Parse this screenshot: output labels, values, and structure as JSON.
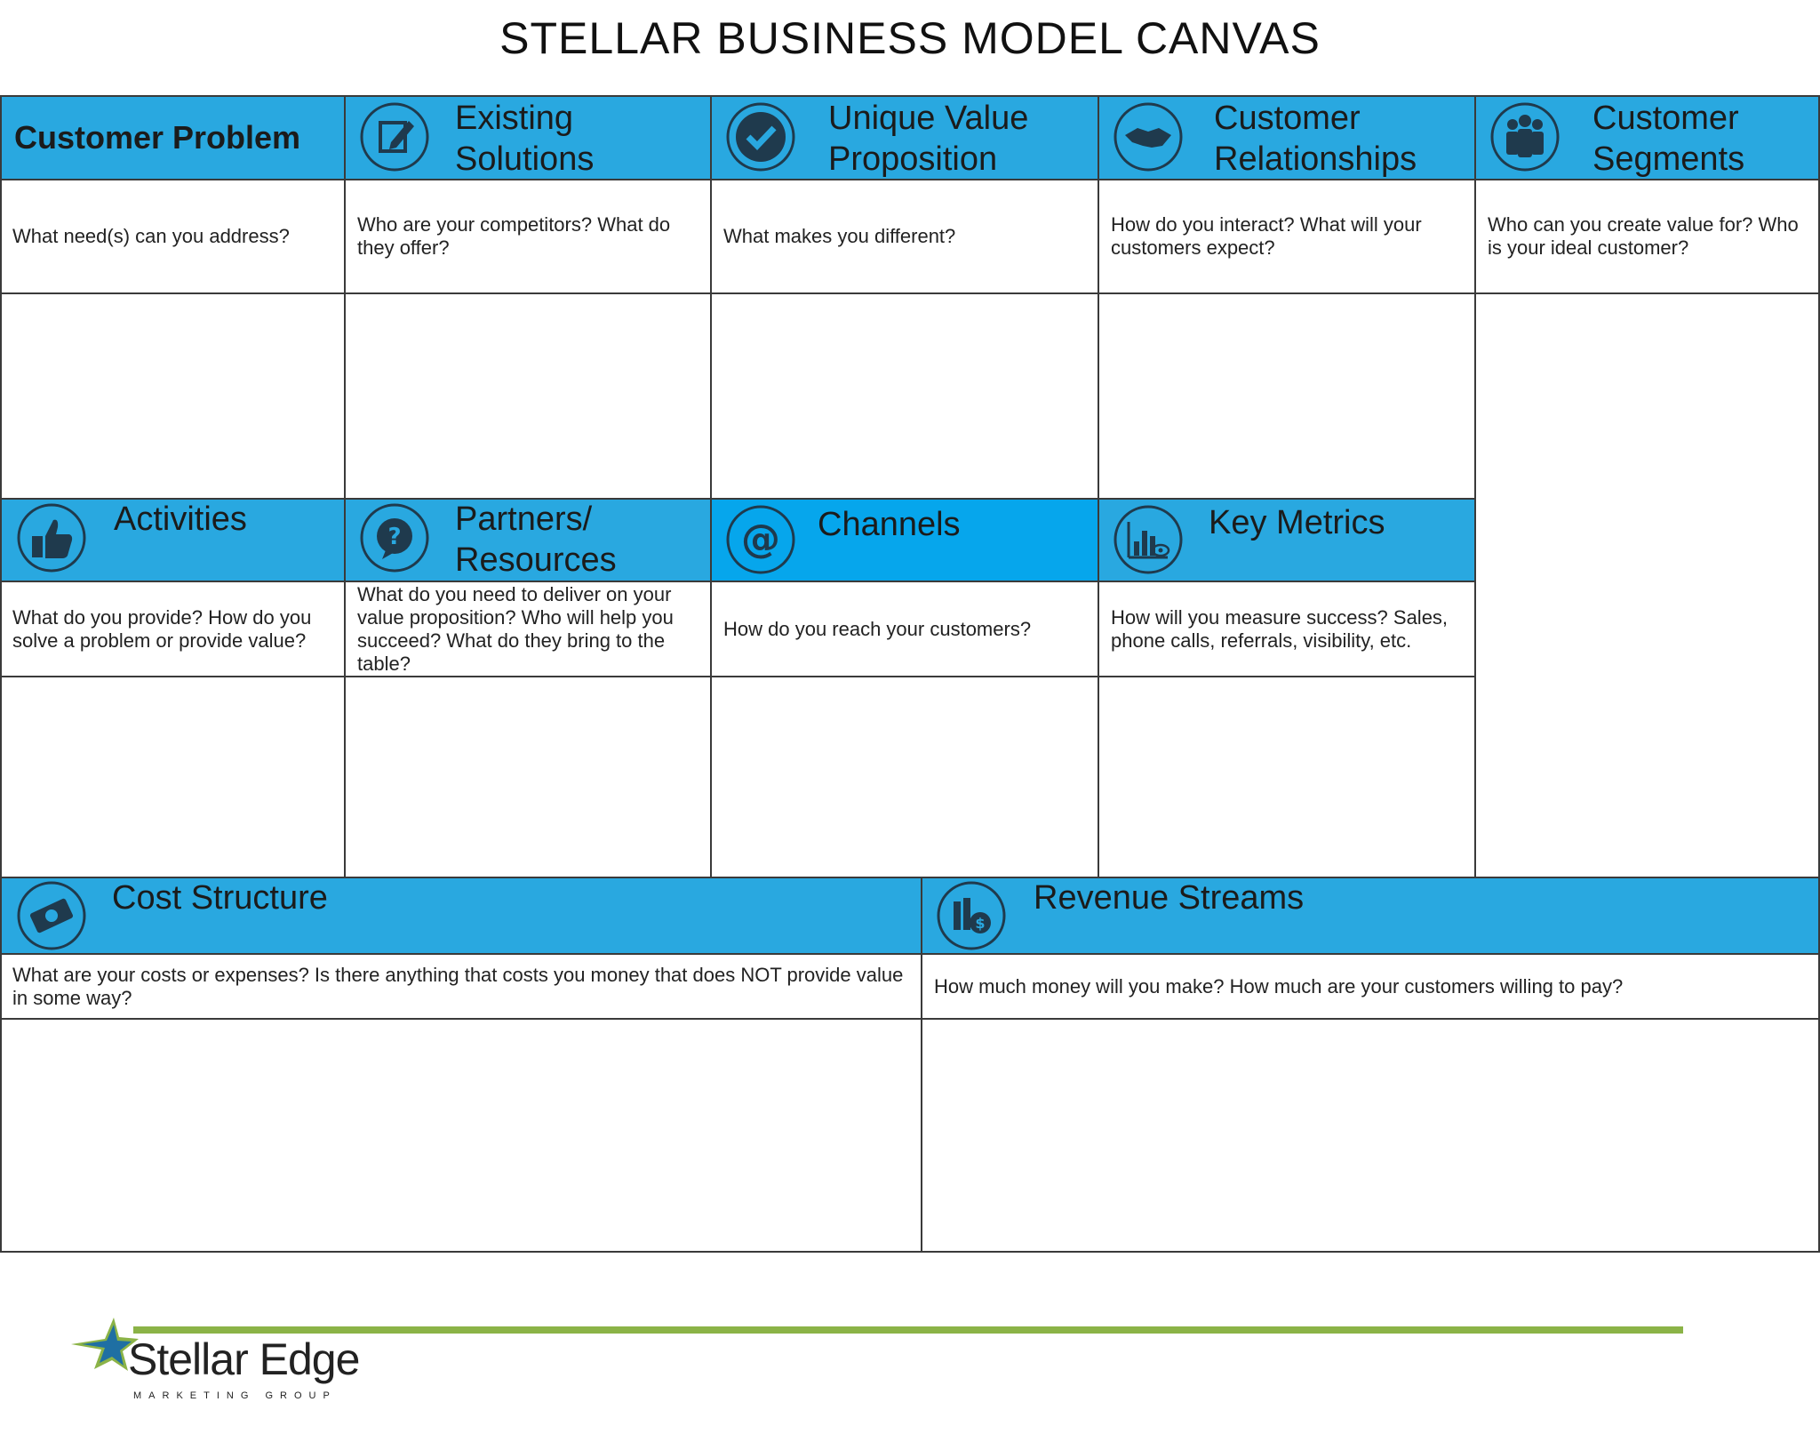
{
  "title": "STELLAR BUSINESS MODEL CANVAS",
  "blocks": {
    "customer_problem": {
      "title": "Customer Problem",
      "question": "What need(s) can you address?"
    },
    "existing_solutions": {
      "title_line1": "Existing",
      "title_line2": "Solutions",
      "question": "Who are your competitors? What do they offer?",
      "icon": "edit-icon"
    },
    "unique_value": {
      "title_line1": "Unique Value",
      "title_line2": "Proposition",
      "question": "What makes you different?",
      "icon": "checkmark-icon"
    },
    "customer_relationships": {
      "title_line1": "Customer",
      "title_line2": "Relationships",
      "question": "How do you interact? What will your customers expect?",
      "icon": "handshake-icon"
    },
    "customer_segments": {
      "title_line1": "Customer",
      "title_line2": "Segments",
      "question": "Who can you create value for? Who is your ideal customer?",
      "icon": "people-icon"
    },
    "activities": {
      "title": "Activities",
      "question": "What do you provide? How do you solve a problem or provide value?",
      "icon": "thumbs-up-icon"
    },
    "partners": {
      "title_line1": "Partners/",
      "title_line2": "Resources",
      "question": "What do you need to deliver on your value proposition? Who will help you succeed? What do they bring to the table?",
      "icon": "question-bubble-icon"
    },
    "channels": {
      "title": "Channels",
      "question": "How do you reach your customers?",
      "icon": "at-sign-icon"
    },
    "key_metrics": {
      "title": "Key Metrics",
      "question": "How will you measure success? Sales, phone calls, referrals, visibility, etc.",
      "icon": "chart-eye-icon"
    },
    "cost_structure": {
      "title": "Cost Structure",
      "question": "What are your costs or expenses? Is there anything that costs you money that does NOT provide value in some way?",
      "icon": "money-icon"
    },
    "revenue_streams": {
      "title": "Revenue Streams",
      "question": "How much money will you make? How much are your customers willing to pay?",
      "icon": "coins-icon"
    }
  },
  "logo": {
    "name": "Stellar Edge",
    "tagline": "MARKETING GROUP",
    "icon": "star-logo-icon"
  },
  "colors": {
    "header_blue": "#29a8e0",
    "channels_blue": "#06a6ec",
    "accent_green": "#8bb347"
  }
}
